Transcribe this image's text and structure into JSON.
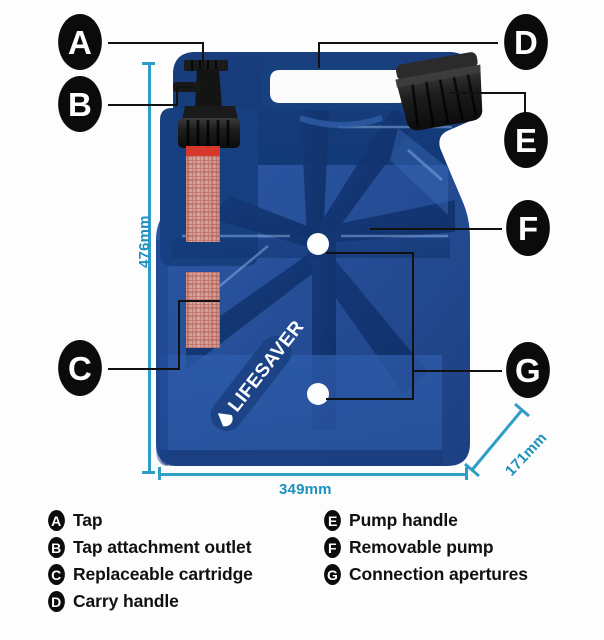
{
  "product": {
    "brand": "LIFESAVER",
    "body_color": "#2a55a0",
    "body_dark_color": "#123a77",
    "body_shadow_color": "#0e2f60",
    "body_light_color": "#3d6cbb",
    "cap_color": "#1c1c1c",
    "cartridge_color": "#c9766c",
    "cartridge_top_color": "#d8372b",
    "aperture_color": "#fdfdfd"
  },
  "dimensions": {
    "height": {
      "label": "476mm",
      "orientation": "vertical"
    },
    "width": {
      "label": "349mm",
      "orientation": "horizontal"
    },
    "depth": {
      "label": "171mm",
      "orientation": "diagonal"
    },
    "line_color": "#2f9ec6"
  },
  "callouts": [
    {
      "key": "A",
      "target": "tap"
    },
    {
      "key": "B",
      "target": "tap-attachment-outlet"
    },
    {
      "key": "C",
      "target": "replaceable-cartridge"
    },
    {
      "key": "D",
      "target": "carry-handle"
    },
    {
      "key": "E",
      "target": "pump-handle"
    },
    {
      "key": "F",
      "target": "removable-pump"
    },
    {
      "key": "G",
      "target": "connection-apertures"
    }
  ],
  "legend": {
    "left": [
      {
        "key": "A",
        "label": "Tap"
      },
      {
        "key": "B",
        "label": "Tap attachment outlet"
      },
      {
        "key": "C",
        "label": "Replaceable cartridge"
      },
      {
        "key": "D",
        "label": "Carry handle"
      }
    ],
    "right": [
      {
        "key": "E",
        "label": "Pump handle"
      },
      {
        "key": "F",
        "label": "Removable pump"
      },
      {
        "key": "G",
        "label": "Connection apertures"
      }
    ]
  }
}
